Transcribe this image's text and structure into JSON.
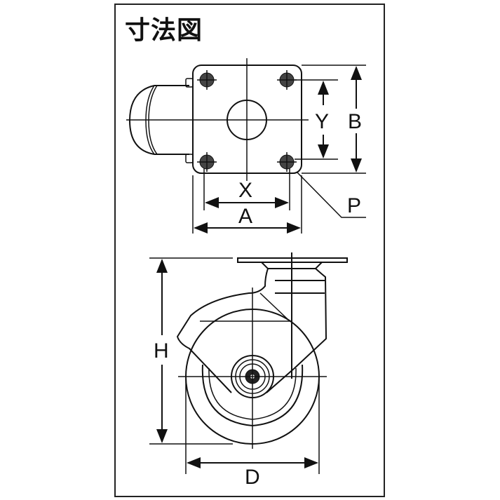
{
  "title": "寸法図",
  "diagram": {
    "type": "caster dimension drawing",
    "top_view": {
      "labels": {
        "x": "X",
        "y": "Y",
        "a": "A",
        "b": "B",
        "p": "P"
      }
    },
    "side_view": {
      "labels": {
        "h": "H",
        "d": "D"
      }
    }
  },
  "colors": {
    "line": "#111111",
    "background": "#ffffff"
  }
}
